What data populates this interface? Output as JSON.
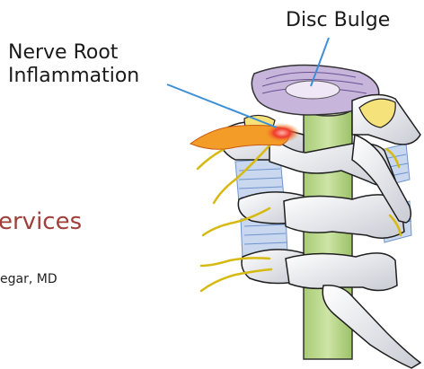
{
  "labels": {
    "disc_bulge": "Disc Bulge",
    "nerve_root_line1": "Nerve Root",
    "nerve_root_line2": "Inflammation"
  },
  "background_text": {
    "heading_fragment": "ervices",
    "name_fragment": "egar, MD"
  },
  "colors": {
    "background": "#ffffff",
    "bone": "#ecedf2",
    "bone_outline": "#1f1f1f",
    "disc": "#c8b5dc",
    "spinal_cord": "#b9d88a",
    "nerve": "#e3cb22",
    "ligament": "#7da1d8",
    "inflammation": "#ee3a2a",
    "facet": "#f6e27a",
    "leader_line": "#3d8fd6",
    "heading": "#a0403a"
  }
}
